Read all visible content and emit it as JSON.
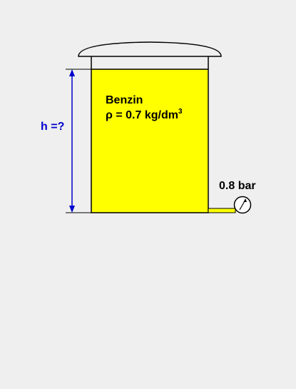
{
  "diagram": {
    "liquid_name": "Benzin",
    "density_label": "ρ = 0.7 kg/dm",
    "density_exponent": "3",
    "height_label": "h =?",
    "pressure_label": "0.8 bar",
    "colors": {
      "background": "#efefef",
      "liquid": "#ffff00",
      "outline": "#000000",
      "dimension": "#0000cc",
      "height_text": "#0000cc"
    }
  }
}
